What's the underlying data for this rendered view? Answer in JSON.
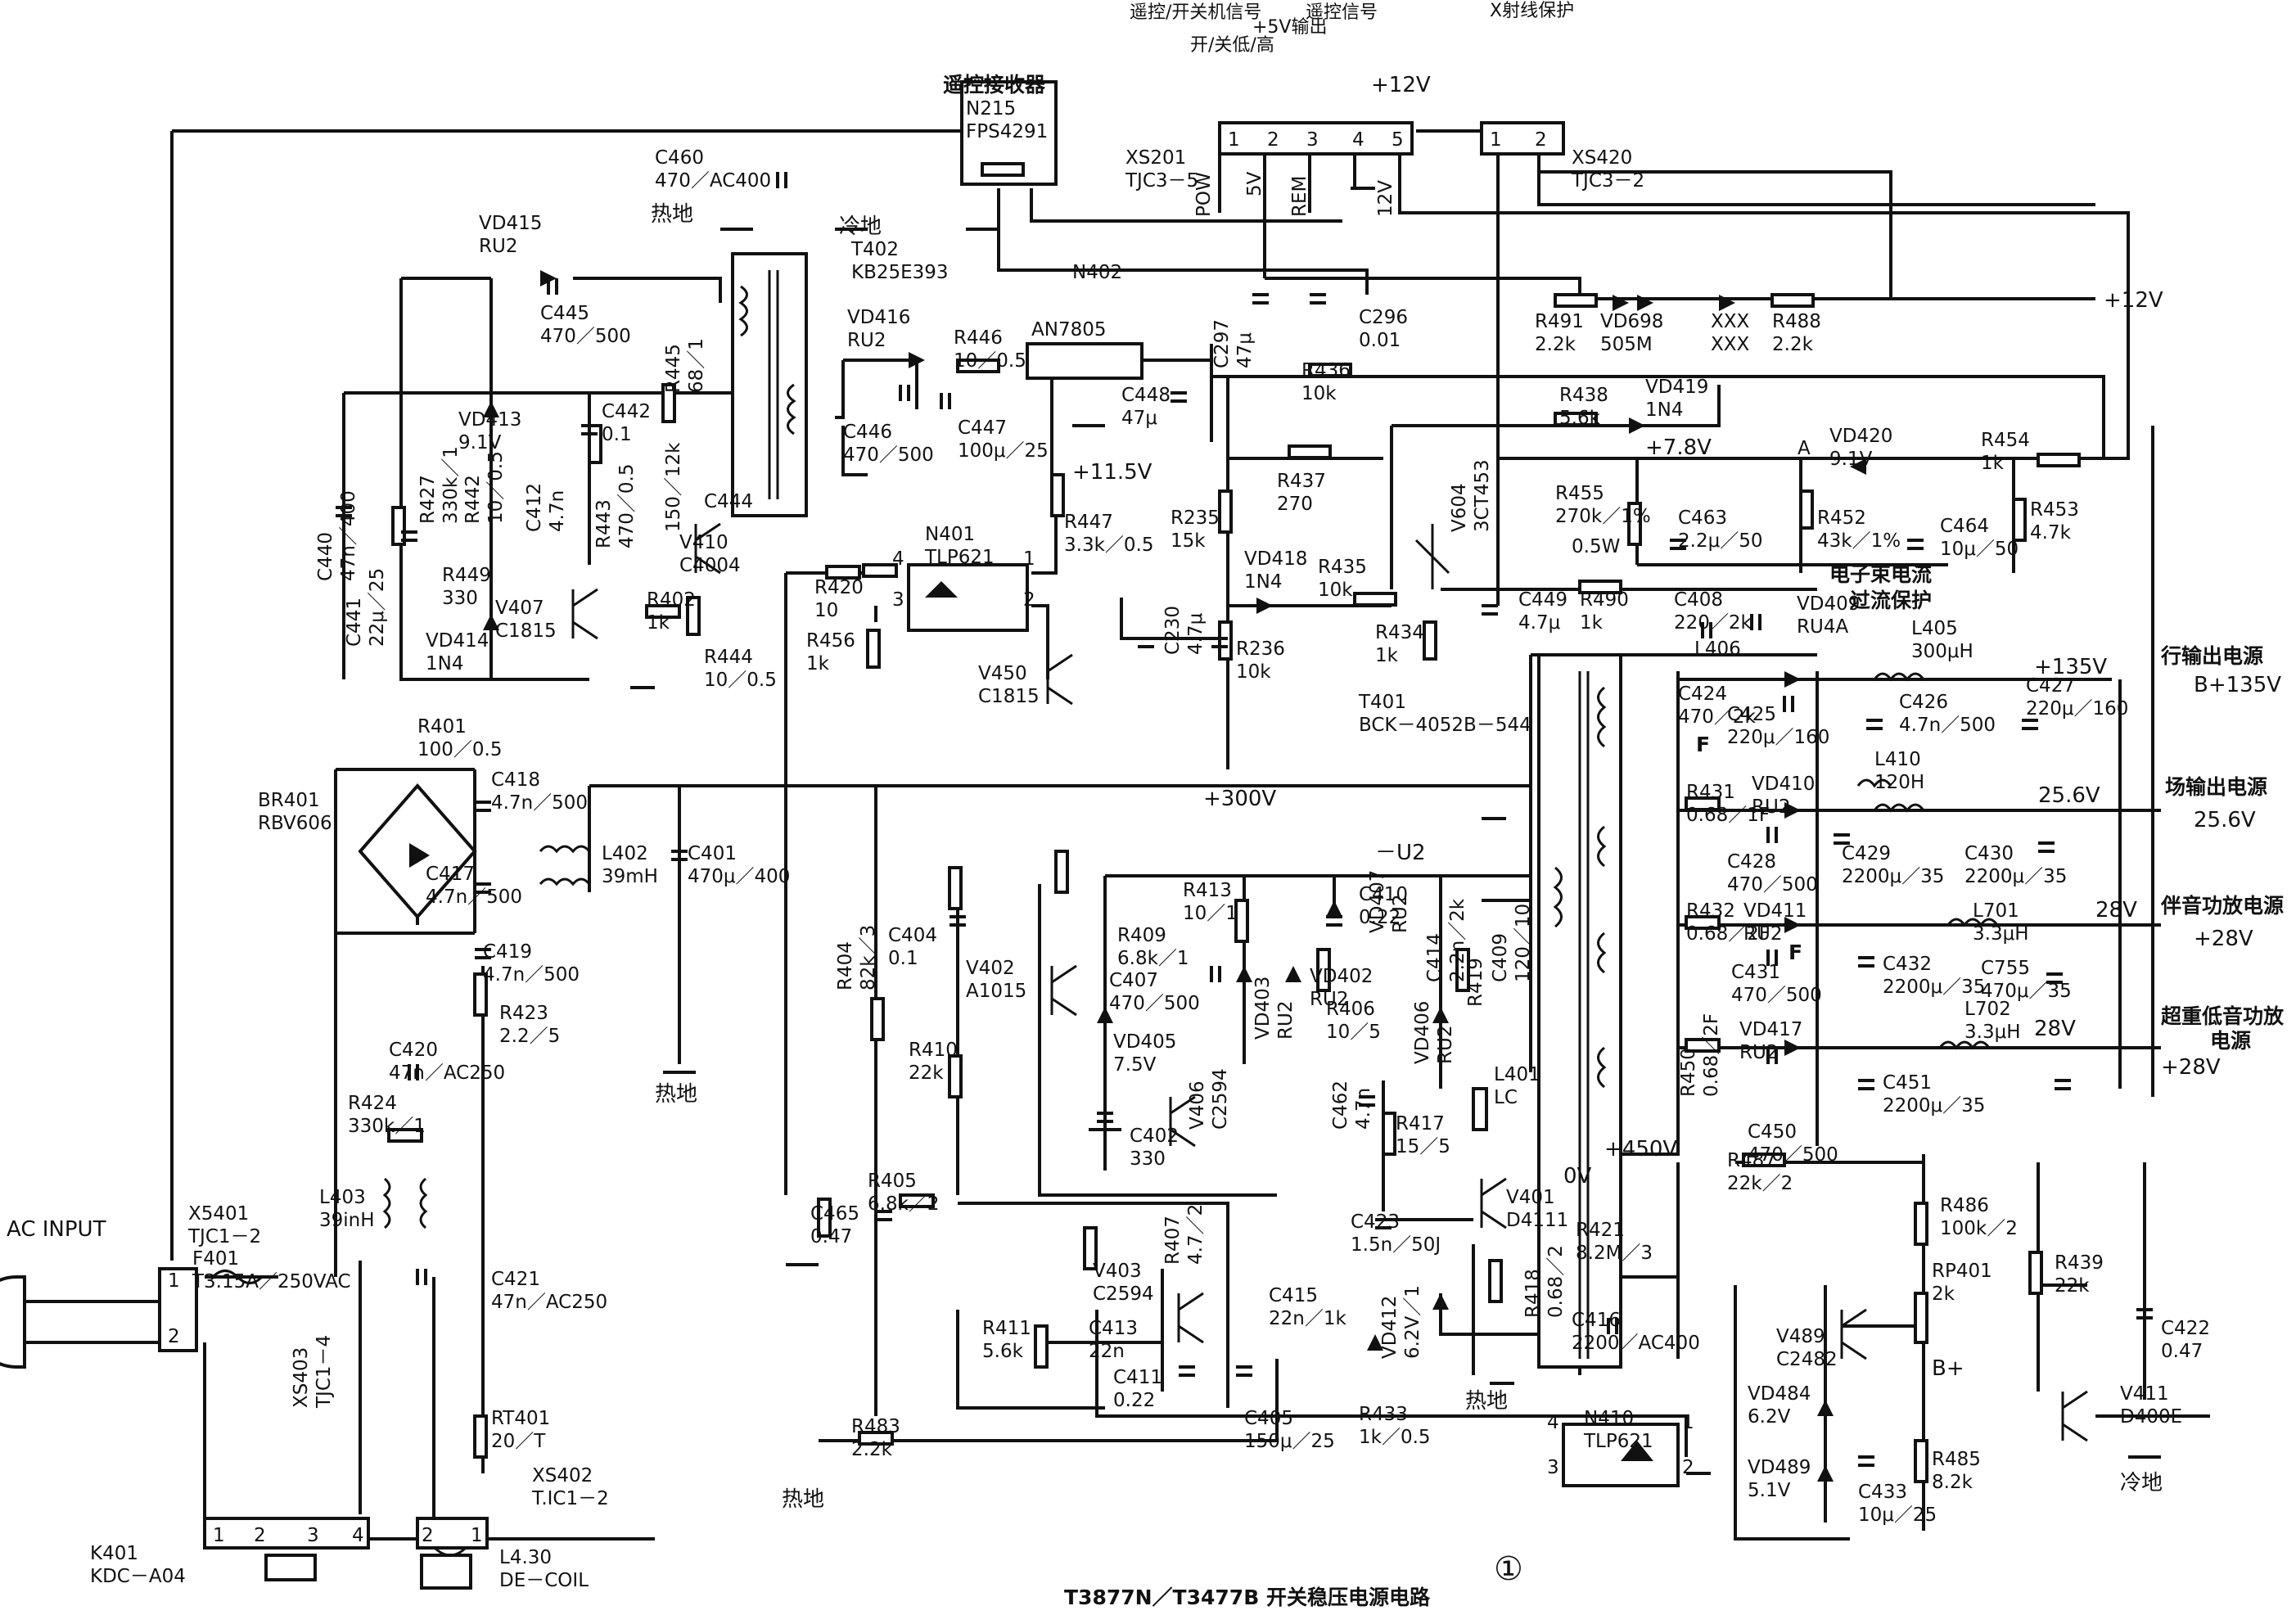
{
  "caption": "T3877N／T3477B 开关稳压电源电路",
  "figure_number": "①",
  "top_header": {
    "remote_receiver": "遥控接收器",
    "col1": "遥控/开关机信号",
    "col2": "开/关低/高",
    "col3": "+5V输出",
    "col4": "遥控信号",
    "col5": "+12V",
    "xray": "X射线保护"
  },
  "components": [
    {
      "ref": "N215",
      "value": "FPS4291"
    },
    {
      "ref": "XS201",
      "value": "TJC3－5"
    },
    {
      "ref": "XS420",
      "value": "TJC3－2"
    },
    {
      "ref": "C460",
      "value": "470／AC400"
    },
    {
      "ref": "VD415",
      "value": "RU2"
    },
    {
      "ref": "T402",
      "value": "KB25E393"
    },
    {
      "ref": "N402",
      "value": ""
    },
    {
      "ref": "C445",
      "value": "470／500"
    },
    {
      "ref": "VD416",
      "value": "RU2"
    },
    {
      "ref": "R446",
      "value": "10／0.5"
    },
    {
      "ref": "AN7805",
      "value": ""
    },
    {
      "ref": "C297",
      "value": "47μ"
    },
    {
      "ref": "C296",
      "value": "0.01"
    },
    {
      "ref": "R491",
      "value": "2.2k"
    },
    {
      "ref": "VD698",
      "value": "505M"
    },
    {
      "ref": "XXX",
      "value": "XXX"
    },
    {
      "ref": "R488",
      "value": "2.2k"
    },
    {
      "ref": "VD413",
      "value": "9.1V"
    },
    {
      "ref": "C442",
      "value": "0.1"
    },
    {
      "ref": "R445",
      "value": "68／1"
    },
    {
      "ref": "C446",
      "value": "470／500"
    },
    {
      "ref": "C447",
      "value": "100μ／25"
    },
    {
      "ref": "C448",
      "value": "47μ"
    },
    {
      "ref": "R436",
      "value": "10k"
    },
    {
      "ref": "R438",
      "value": "5.6k"
    },
    {
      "ref": "VD419",
      "value": "1N4"
    },
    {
      "ref": "C440",
      "value": "47n／400"
    },
    {
      "ref": "R427",
      "value": "330k／1"
    },
    {
      "ref": "R442",
      "value": "10／0.5"
    },
    {
      "ref": "C412",
      "value": "4.7n"
    },
    {
      "ref": "R443",
      "value": "470／0.5"
    },
    {
      "ref": "R445b",
      "value": "150／12k"
    },
    {
      "ref": "C444",
      "value": ""
    },
    {
      "ref": "V410",
      "value": "C4004"
    },
    {
      "ref": "C441",
      "value": "22μ／25"
    },
    {
      "ref": "R449",
      "value": "330"
    },
    {
      "ref": "V407",
      "value": "C1815"
    },
    {
      "ref": "VD414",
      "value": "1N4"
    },
    {
      "ref": "R402",
      "value": "1k"
    },
    {
      "ref": "R444",
      "value": "10／0.5"
    },
    {
      "ref": "N401",
      "value": "TLP621"
    },
    {
      "ref": "R447",
      "value": "3.3k／0.5"
    },
    {
      "ref": "R235",
      "value": "15k"
    },
    {
      "ref": "R437",
      "value": "270"
    },
    {
      "ref": "V604",
      "value": "3CT453"
    },
    {
      "ref": "R455",
      "value": "270k／1%"
    },
    {
      "ref": "R455p",
      "value": "0.5W"
    },
    {
      "ref": "C463",
      "value": "2.2μ／50"
    },
    {
      "ref": "R452",
      "value": "43k／1%"
    },
    {
      "ref": "VD420",
      "value": "9.1V"
    },
    {
      "ref": "C464",
      "value": "10μ／50"
    },
    {
      "ref": "R454",
      "value": "1k"
    },
    {
      "ref": "R453",
      "value": "4.7k"
    },
    {
      "ref": "R420",
      "value": "10"
    },
    {
      "ref": "R456",
      "value": "1k"
    },
    {
      "ref": "V450",
      "value": "C1815"
    },
    {
      "ref": "C230",
      "value": "4.7μ"
    },
    {
      "ref": "VD418",
      "value": "1N4"
    },
    {
      "ref": "R435",
      "value": "10k"
    },
    {
      "ref": "R236",
      "value": "10k"
    },
    {
      "ref": "C449",
      "value": "4.7μ"
    },
    {
      "ref": "R490",
      "value": "1k"
    },
    {
      "ref": "R434",
      "value": "1k"
    },
    {
      "ref": "T401",
      "value": "BCK－4052B－544"
    },
    {
      "ref": "C408",
      "value": "220／2k"
    },
    {
      "ref": "VD409",
      "value": "RU4A"
    },
    {
      "ref": "L405",
      "value": "300μH"
    },
    {
      "ref": "L406",
      "value": ""
    },
    {
      "ref": "C424",
      "value": "470／2k"
    },
    {
      "ref": "C425",
      "value": "220μ／160"
    },
    {
      "ref": "C426",
      "value": "4.7n／500"
    },
    {
      "ref": "C427",
      "value": "220μ／160"
    },
    {
      "ref": "L410",
      "value": "120H"
    },
    {
      "ref": "R401",
      "value": "100／0.5"
    },
    {
      "ref": "BR401",
      "value": "RBV606"
    },
    {
      "ref": "C418",
      "value": "4.7n／500"
    },
    {
      "ref": "C417",
      "value": "4.7n／500"
    },
    {
      "ref": "L402",
      "value": "39mH"
    },
    {
      "ref": "C401",
      "value": "470μ／400"
    },
    {
      "ref": "C419",
      "value": "4.7n／500"
    },
    {
      "ref": "R423",
      "value": "2.2／5"
    },
    {
      "ref": "C420",
      "value": "47n／AC250"
    },
    {
      "ref": "R424",
      "value": "330k／1"
    },
    {
      "ref": "L403",
      "value": "39inH"
    },
    {
      "ref": "C421",
      "value": "47n／AC250"
    },
    {
      "ref": "RT401",
      "value": "20／T"
    },
    {
      "ref": "XS402",
      "value": "T.IC1－2"
    },
    {
      "ref": "XS403",
      "value": "TJC1－4"
    },
    {
      "ref": "X5401",
      "value": "TJC1－2"
    },
    {
      "ref": "F401",
      "value": "T3.15A／250VAC"
    },
    {
      "ref": "K401",
      "value": "KDC－A04"
    },
    {
      "ref": "L4.30",
      "value": "DE－COIL"
    },
    {
      "ref": "C404",
      "value": "0.1"
    },
    {
      "ref": "V402",
      "value": "A1015"
    },
    {
      "ref": "R404",
      "value": "82k／3"
    },
    {
      "ref": "R410",
      "value": "22k"
    },
    {
      "ref": "R405",
      "value": "6.8k／2"
    },
    {
      "ref": "C465",
      "value": "0.47"
    },
    {
      "ref": "R413",
      "value": "10／1"
    },
    {
      "ref": "C410",
      "value": "0.22"
    },
    {
      "ref": "VD407",
      "value": "RU2"
    },
    {
      "ref": "R409",
      "value": "6.8k／1"
    },
    {
      "ref": "C407",
      "value": "470／500"
    },
    {
      "ref": "VD403",
      "value": "RU2"
    },
    {
      "ref": "VD402",
      "value": "RU2"
    },
    {
      "ref": "VD405",
      "value": "7.5V"
    },
    {
      "ref": "C402",
      "value": "330"
    },
    {
      "ref": "V406",
      "value": "C2594"
    },
    {
      "ref": "C414",
      "value": "2.2n／2k"
    },
    {
      "ref": "C409",
      "value": "120／10"
    },
    {
      "ref": "R406",
      "value": "10／5"
    },
    {
      "ref": "VD406",
      "value": "RU2"
    },
    {
      "ref": "R419",
      "value": ""
    },
    {
      "ref": "L401",
      "value": "LC"
    },
    {
      "ref": "C462",
      "value": "4.7n"
    },
    {
      "ref": "R417",
      "value": "15／5"
    },
    {
      "ref": "V401",
      "value": "D4111"
    },
    {
      "ref": "C423",
      "value": "1.5n／50J"
    },
    {
      "ref": "R421",
      "value": "8.2M／3"
    },
    {
      "ref": "C416",
      "value": "2200／AC400"
    },
    {
      "ref": "R418",
      "value": "0.68／2"
    },
    {
      "ref": "C415",
      "value": "22n／1k"
    },
    {
      "ref": "VD412",
      "value": "6.2V／1"
    },
    {
      "ref": "R433",
      "value": "1k／0.5"
    },
    {
      "ref": "V403",
      "value": "C2594"
    },
    {
      "ref": "R407",
      "value": "4.7／2"
    },
    {
      "ref": "R411",
      "value": "5.6k"
    },
    {
      "ref": "C413",
      "value": "22n"
    },
    {
      "ref": "C411",
      "value": "0.22"
    },
    {
      "ref": "C405",
      "value": "150μ／25"
    },
    {
      "ref": "R483",
      "value": "2.2k"
    },
    {
      "ref": "N410",
      "value": "TLP621"
    },
    {
      "ref": "R431",
      "value": "0.68／1F"
    },
    {
      "ref": "VD410",
      "value": "RU2"
    },
    {
      "ref": "C428",
      "value": "470／500"
    },
    {
      "ref": "C429",
      "value": "2200μ／35"
    },
    {
      "ref": "C430",
      "value": "2200μ／35"
    },
    {
      "ref": "L701",
      "value": "3.3μH"
    },
    {
      "ref": "R432",
      "value": "0.68／2F"
    },
    {
      "ref": "VD411",
      "value": "RU2"
    },
    {
      "ref": "C431",
      "value": "470／500"
    },
    {
      "ref": "C432",
      "value": "2200μ／35"
    },
    {
      "ref": "C755",
      "value": "470μ／35"
    },
    {
      "ref": "L702",
      "value": "3.3μH"
    },
    {
      "ref": "R450",
      "value": "0.68／2F"
    },
    {
      "ref": "VD417",
      "value": "RU2"
    },
    {
      "ref": "C450",
      "value": "470／500"
    },
    {
      "ref": "C451",
      "value": "2200μ／35"
    },
    {
      "ref": "R487",
      "value": "22k／2"
    },
    {
      "ref": "R486",
      "value": "100k／2"
    },
    {
      "ref": "RP401",
      "value": "2k"
    },
    {
      "ref": "V489",
      "value": "C2482"
    },
    {
      "ref": "VD484",
      "value": "6.2V"
    },
    {
      "ref": "VD489",
      "value": "5.1V"
    },
    {
      "ref": "C433",
      "value": "10μ／25"
    },
    {
      "ref": "R485",
      "value": "8.2k"
    },
    {
      "ref": "R439",
      "value": "22k"
    },
    {
      "ref": "C422",
      "value": "0.47"
    },
    {
      "ref": "V411",
      "value": "D400E"
    }
  ],
  "nets": {
    "v300": "+300V",
    "v115": "+11.5V",
    "v78": "+7.8V",
    "v12_right": "+12V",
    "v135": "+135V",
    "v256": "25.6V",
    "v28a": "28V",
    "v28b": "28V",
    "u2": "－U2",
    "v450": "+450V",
    "v0": "0V",
    "bplus": "B+",
    "pow": "POW",
    "v5": "5V",
    "rem": "REM",
    "v12pin": "12V",
    "node_a": "A",
    "hot_ground": "热地",
    "cold_ground": "冷地",
    "ac_input": "AC INPUT",
    "f_mark": "F"
  },
  "outputs": {
    "h_title": "行输出电源",
    "h_value": "B+135V",
    "v_title": "场输出电源",
    "v_value": "25.6V",
    "audio_title": "伴音功放电源",
    "audio_value": "+28V",
    "bass_title": "超重低音功放",
    "bass_title2": "电源",
    "bass_value": "+28V",
    "beam_title": "电子束电流",
    "beam_title2": "过流保护"
  },
  "connectors": {
    "xs201_pins": [
      "1",
      "2",
      "3",
      "4",
      "5"
    ],
    "xs420_pins": [
      "1",
      "2"
    ],
    "k401_pins": [
      "1",
      "2",
      "3",
      "4"
    ],
    "x5401_pins": [
      "1",
      "2"
    ],
    "xs402_pins": [
      "2",
      "1"
    ],
    "n401_pins": [
      "4",
      "1",
      "3",
      "2"
    ],
    "n410_pins": [
      "4",
      "1",
      "3",
      "2"
    ]
  }
}
